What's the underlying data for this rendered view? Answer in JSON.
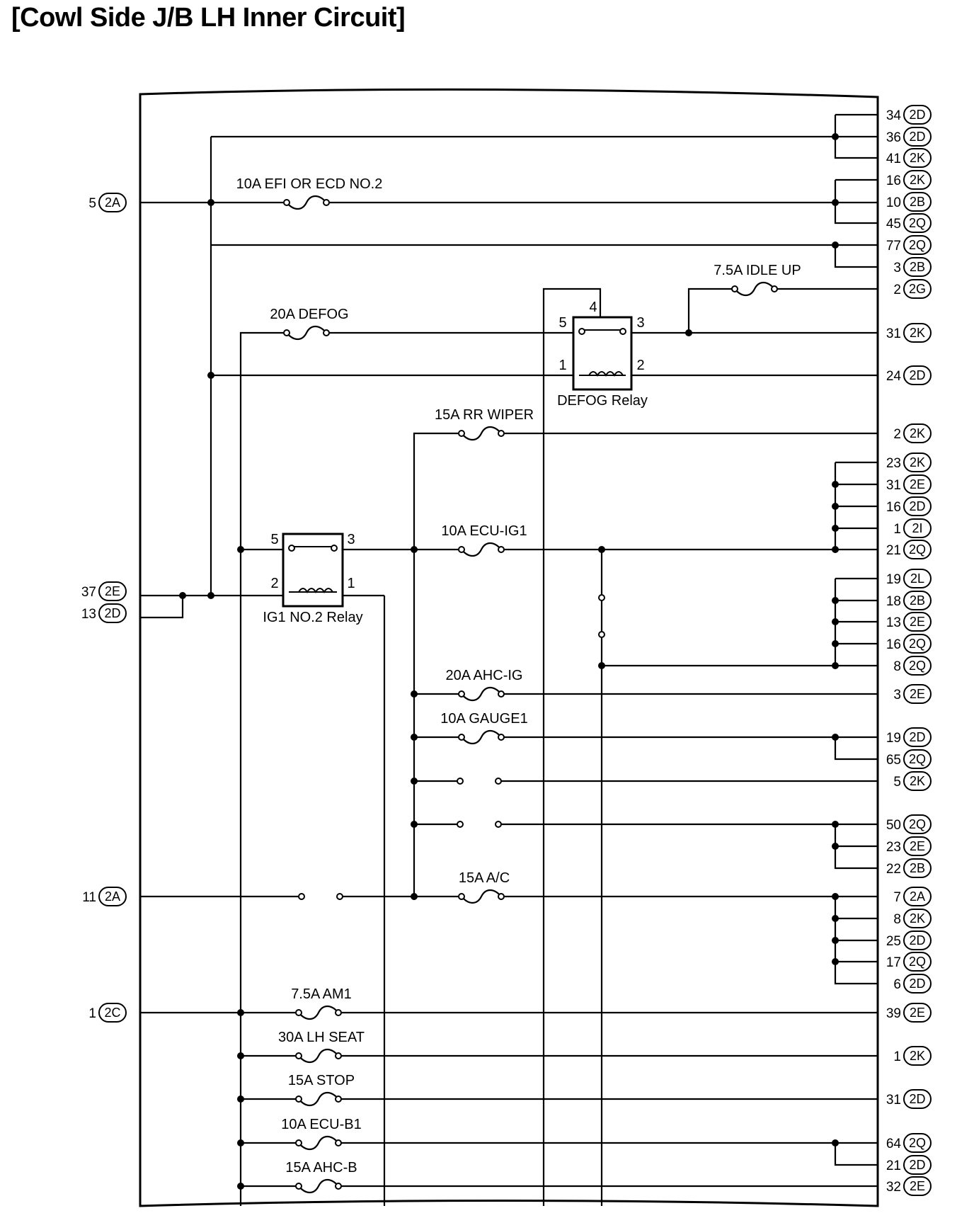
{
  "title": "[Cowl Side J/B LH Inner Circuit]",
  "fuses": [
    "10A EFI OR ECD NO.2",
    "7.5A IDLE UP",
    "20A DEFOG",
    "15A RR WIPER",
    "10A ECU-IG1",
    "20A AHC-IG",
    "10A GAUGE1",
    "15A A/C",
    "7.5A AM1",
    "30A LH SEAT",
    "15A STOP",
    "10A ECU-B1",
    "15A AHC-B"
  ],
  "relays": [
    {
      "name": "DEFOG Relay",
      "pins": [
        "4",
        "5",
        "3",
        "1",
        "2"
      ]
    },
    {
      "name": "IG1 NO.2 Relay",
      "pins": [
        "5",
        "3",
        "2",
        "1"
      ]
    }
  ],
  "left_connectors": [
    {
      "pin": "5",
      "code": "2A"
    },
    {
      "pin": "37",
      "code": "2E"
    },
    {
      "pin": "13",
      "code": "2D"
    },
    {
      "pin": "11",
      "code": "2A"
    },
    {
      "pin": "1",
      "code": "2C"
    }
  ],
  "right_connectors": [
    {
      "pin": "34",
      "code": "2D"
    },
    {
      "pin": "36",
      "code": "2D"
    },
    {
      "pin": "41",
      "code": "2K"
    },
    {
      "pin": "16",
      "code": "2K"
    },
    {
      "pin": "10",
      "code": "2B"
    },
    {
      "pin": "45",
      "code": "2Q"
    },
    {
      "pin": "77",
      "code": "2Q"
    },
    {
      "pin": "3",
      "code": "2B"
    },
    {
      "pin": "2",
      "code": "2G"
    },
    {
      "pin": "31",
      "code": "2K"
    },
    {
      "pin": "24",
      "code": "2D"
    },
    {
      "pin": "2",
      "code": "2K"
    },
    {
      "pin": "23",
      "code": "2K"
    },
    {
      "pin": "31",
      "code": "2E"
    },
    {
      "pin": "16",
      "code": "2D"
    },
    {
      "pin": "1",
      "code": "2I"
    },
    {
      "pin": "21",
      "code": "2Q"
    },
    {
      "pin": "19",
      "code": "2L"
    },
    {
      "pin": "18",
      "code": "2B"
    },
    {
      "pin": "13",
      "code": "2E"
    },
    {
      "pin": "16",
      "code": "2Q"
    },
    {
      "pin": "8",
      "code": "2Q"
    },
    {
      "pin": "3",
      "code": "2E"
    },
    {
      "pin": "19",
      "code": "2D"
    },
    {
      "pin": "65",
      "code": "2Q"
    },
    {
      "pin": "5",
      "code": "2K"
    },
    {
      "pin": "50",
      "code": "2Q"
    },
    {
      "pin": "23",
      "code": "2E"
    },
    {
      "pin": "22",
      "code": "2B"
    },
    {
      "pin": "7",
      "code": "2A"
    },
    {
      "pin": "8",
      "code": "2K"
    },
    {
      "pin": "25",
      "code": "2D"
    },
    {
      "pin": "17",
      "code": "2Q"
    },
    {
      "pin": "6",
      "code": "2D"
    },
    {
      "pin": "39",
      "code": "2E"
    },
    {
      "pin": "1",
      "code": "2K"
    },
    {
      "pin": "31",
      "code": "2D"
    },
    {
      "pin": "64",
      "code": "2Q"
    },
    {
      "pin": "21",
      "code": "2D"
    },
    {
      "pin": "32",
      "code": "2E"
    }
  ]
}
